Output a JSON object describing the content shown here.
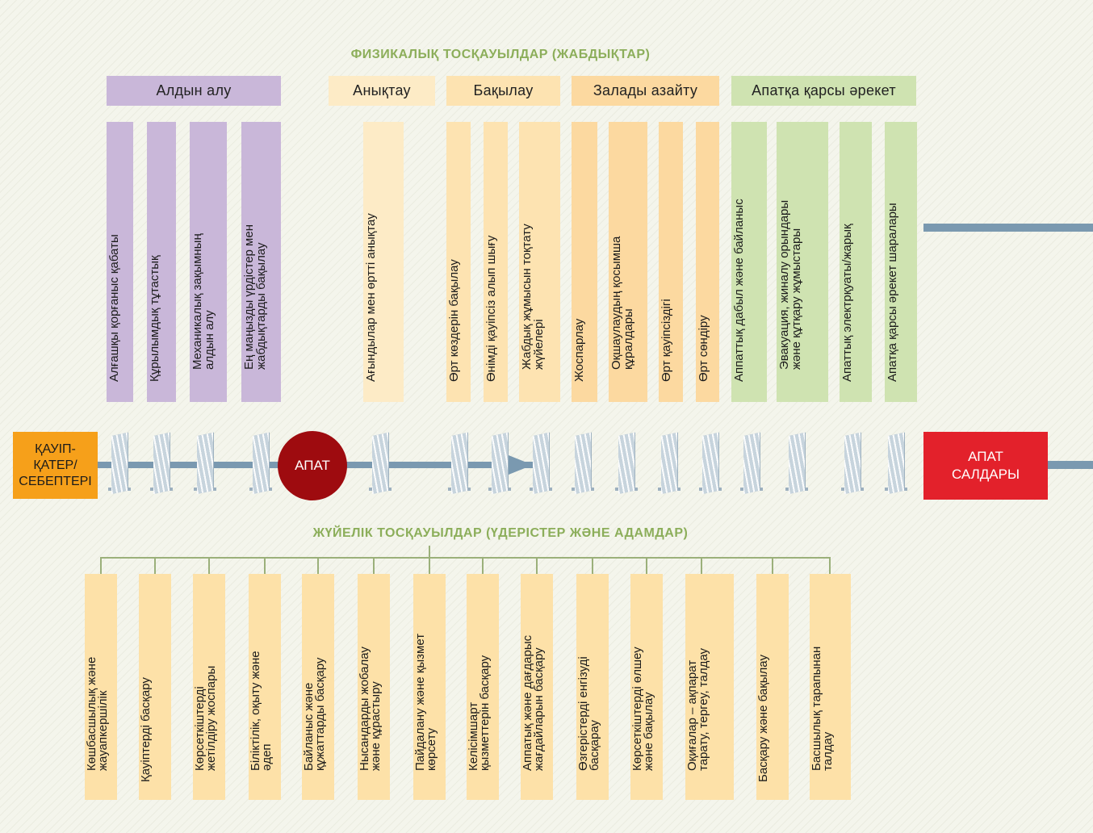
{
  "titles": {
    "physical": "ФИЗИКАЛЫҚ ТОСҚАУЫЛДАР (ЖАБДЫҚТАР)",
    "systemic": "ЖҮЙЕЛІК ТОСҚАУЫЛДАР (ҮДЕРІСТЕР ЖӘНЕ АДАМДАР)"
  },
  "colors": {
    "prevention": "#c9b7d9",
    "detection": "#fdebc6",
    "control": "#fde3b1",
    "mitigation": "#fcd9a0",
    "response": "#cfe3b1",
    "hazard": "#f6a01a",
    "incident": "#9e0b0f",
    "consequence": "#e3212b",
    "line": "#7a99b0"
  },
  "categories": {
    "prevention": "Алдын алу",
    "detection": "Анықтау",
    "control": "Бақылау",
    "mitigation": "Залады азайту",
    "response": "Апатқа қарсы әрекет"
  },
  "physical_barriers": [
    "Алғашқы қорғаныс қабаты",
    "Құрылымдық тұтастық",
    "Механикалық зақымның\nалдын алу",
    "Ең маңызды үрдістер мен\nжабдықтарды бақылау",
    "Ағындылар мен өртті анықтау",
    "Өрт көздерін бақылау",
    "Өнімді қауіпсіз алып шығу",
    "Жабдық жұмысын тоқтату\nжүйелері",
    "Жоспарлау",
    "Оқшаулаудың қосымша\nқұралдары",
    "Өрт қауіпсіздігі",
    "Өрт сөндіру",
    "Аппаттық дабыл және байланыс",
    "Эвакуация, жиналу орындары\nжәне құтқару жұмыстары",
    "Апаттық электрқуаты/жарық",
    "Апатқа қарсы әрекет шаралары"
  ],
  "flow": {
    "hazard": "ҚАУІП-\nҚАТЕР/\nСЕБЕПТЕРІ",
    "incident": "АПАТ",
    "consequence": "АПАТ\nСАЛДАРЫ"
  },
  "systemic_barriers": [
    "Көшбасшылық және\nжауапкершілік",
    "Қауіптерді басқару",
    "Көрсеткіштерді\nжетілдіру жоспары",
    "Біліктілік, оқыту және\nәдеп",
    "Байланыс және\nқұжаттарды басқару",
    "Нысандарды жобалау\nжәне құрастыру",
    "Пайдалану және қызмет\nкөрсету",
    "Келісімшарт\nқызметтерін басқару",
    "Аппатық және дағдарыс\nжағдайларын басқару",
    "Өзгерістерді енгізуді\nбасқарау",
    "Көрсеткіштерді өлшеу\nжәне бақылау",
    "Оқиғалар – ақпарат\nтарату, тергеу, талдау",
    "Басқару және бақылау",
    "Басшылық тарапынан\nталдау"
  ]
}
